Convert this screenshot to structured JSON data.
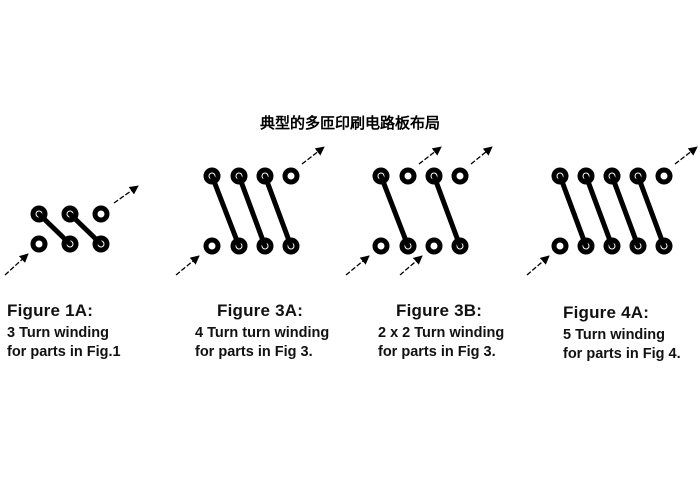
{
  "title": "典型的多匝印刷电路板布局",
  "colors": {
    "trace": "#000000",
    "background": "#ffffff"
  },
  "figures": [
    {
      "id": "1A",
      "label": "Figure 1A:",
      "line1": "3 Turn winding",
      "line2": "for parts in Fig.1",
      "turns": 3
    },
    {
      "id": "3A",
      "label": "Figure 3A:",
      "line1": "4 Turn turn winding",
      "line2": "for parts in Fig 3.",
      "turns": 4
    },
    {
      "id": "3B",
      "label": "Figure 3B:",
      "line1": "2 x 2 Turn winding",
      "line2": "for parts in Fig 3.",
      "turns": 4
    },
    {
      "id": "4A",
      "label": "Figure 4A:",
      "line1": "5 Turn winding",
      "line2": "for parts in Fig 4.",
      "turns": 5
    }
  ]
}
